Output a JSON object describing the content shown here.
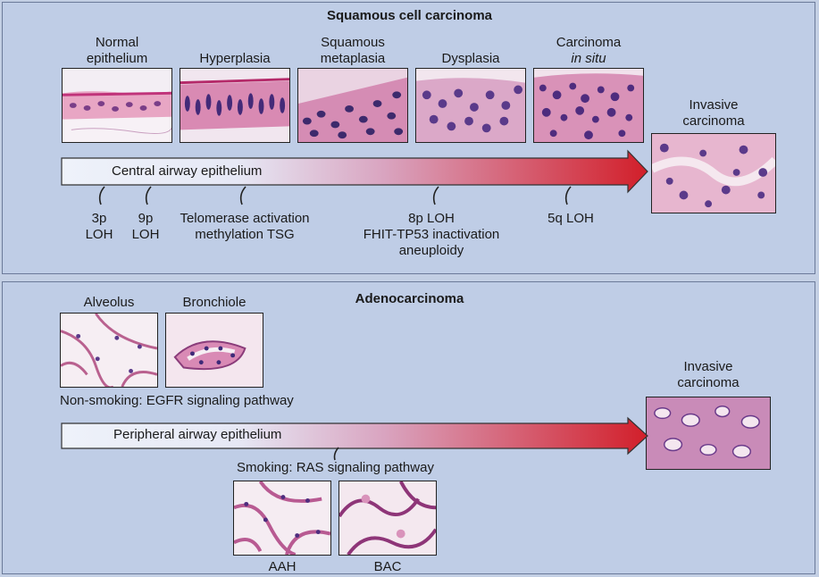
{
  "squamous": {
    "title": "Squamous cell carcinoma",
    "stages": [
      {
        "line1": "Normal",
        "line2": "epithelium"
      },
      {
        "line1": "",
        "line2": "Hyperplasia"
      },
      {
        "line1": "Squamous",
        "line2": "metaplasia"
      },
      {
        "line1": "",
        "line2": "Dysplasia"
      },
      {
        "line1": "Carcinoma",
        "line2": "in situ"
      }
    ],
    "invasive": {
      "line1": "Invasive",
      "line2": "carcinoma"
    },
    "arrow_label": "Central airway epithelium",
    "events": [
      {
        "line1": "3p",
        "line2": "LOH",
        "line3": ""
      },
      {
        "line1": "9p",
        "line2": "LOH",
        "line3": ""
      },
      {
        "line1": "Telomerase activation",
        "line2": "methylation TSG",
        "line3": ""
      },
      {
        "line1": "8p LOH",
        "line2": "FHIT-TP53 inactivation",
        "line3": "aneuploidy"
      },
      {
        "line1": "5q LOH",
        "line2": "",
        "line3": ""
      }
    ]
  },
  "adeno": {
    "title": "Adenocarcinoma",
    "top_tiles": [
      "Alveolus",
      "Bronchiole"
    ],
    "nonsmoking": "Non-smoking: EGFR signaling pathway",
    "arrow_label": "Peripheral airway epithelium",
    "smoking": "Smoking: RAS signaling pathway",
    "bottom_tiles": [
      "AAH",
      "BAC"
    ],
    "invasive": {
      "line1": "Invasive",
      "line2": "carcinoma"
    }
  },
  "colors": {
    "arrow_start": "#e8eef8",
    "arrow_end": "#d21f2a",
    "tissue_pink": "#e6a3c0",
    "nuclei": "#4a2f7a"
  }
}
